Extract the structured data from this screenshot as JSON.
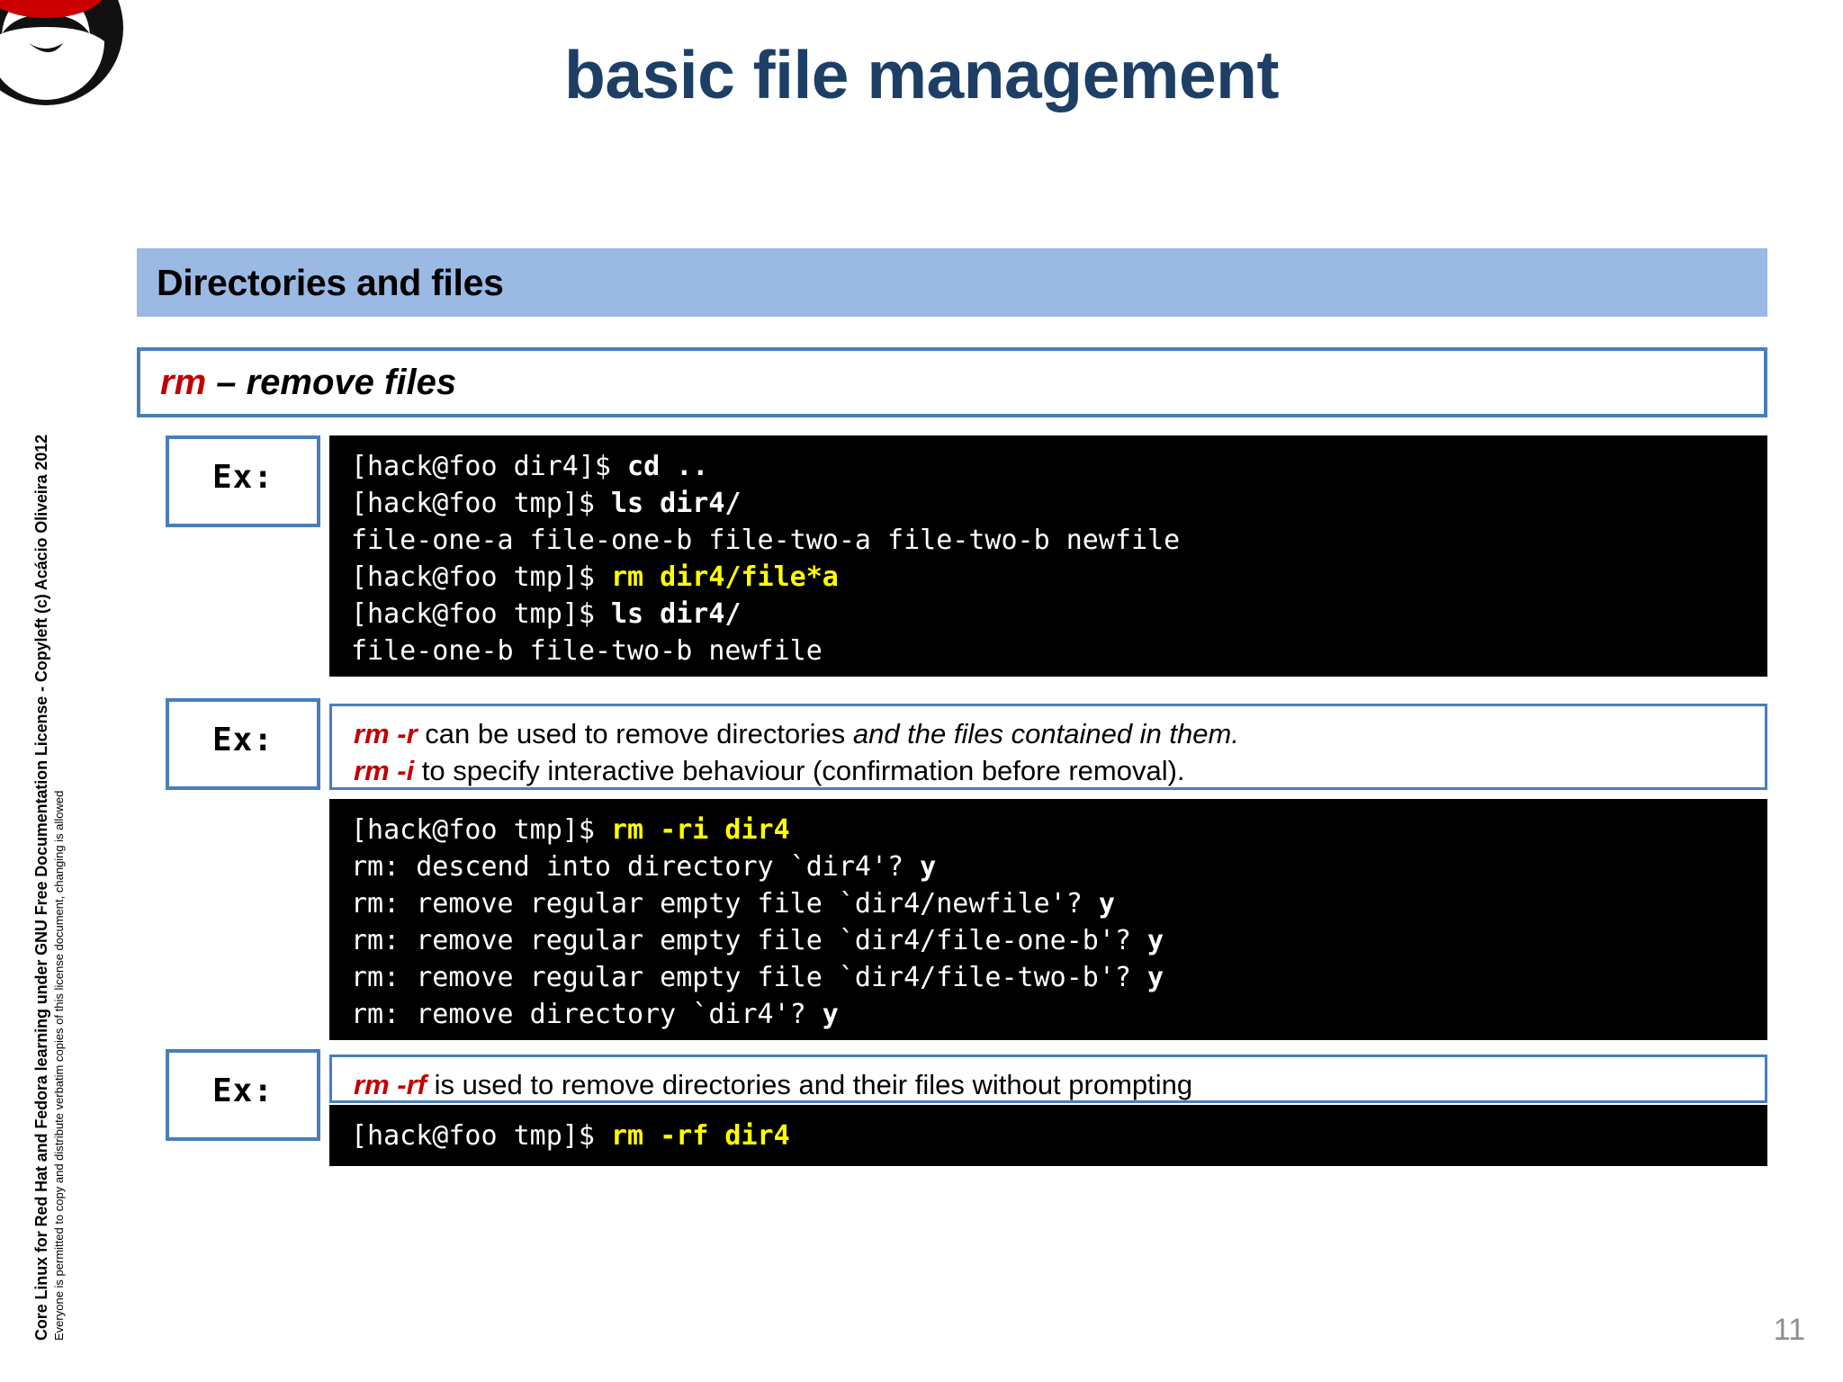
{
  "slide": {
    "title": "basic file management",
    "page_number": "11",
    "logo_name": "red-hat-shadowman-logo"
  },
  "section": {
    "label": "Directories and files",
    "bar_color": "#9ab9e3"
  },
  "command_heading": {
    "command": "rm",
    "rest": " – remove files",
    "command_color": "#c00000"
  },
  "examples": [
    {
      "ex_label": "Ex:",
      "terminal_lines": [
        [
          {
            "t": "[hack@foo dir4]$ ",
            "s": "plain"
          },
          {
            "t": "cd ..",
            "s": "bold"
          }
        ],
        [
          {
            "t": "[hack@foo tmp]$ ",
            "s": "plain"
          },
          {
            "t": "ls dir4/",
            "s": "bold"
          }
        ],
        [
          {
            "t": "file-one-a file-one-b file-two-a file-two-b newfile",
            "s": "plain"
          }
        ],
        [
          {
            "t": "[hack@foo tmp]$ ",
            "s": "plain"
          },
          {
            "t": "rm dir4/file*a",
            "s": "yellow"
          }
        ],
        [
          {
            "t": "[hack@foo tmp]$ ",
            "s": "plain"
          },
          {
            "t": "ls dir4/",
            "s": "bold"
          }
        ],
        [
          {
            "t": "file-one-b file-two-b newfile",
            "s": "plain"
          }
        ]
      ]
    },
    {
      "ex_label": "Ex:",
      "note_lines": [
        [
          {
            "t": "rm -r",
            "s": "red"
          },
          {
            "t": "  can be used to remove directories ",
            "s": "plain"
          },
          {
            "t": "and the files contained in them.",
            "s": "italic"
          }
        ],
        [
          {
            "t": "rm -i",
            "s": "red"
          },
          {
            "t": "  to specify interactive behaviour (confirmation before removal).",
            "s": "plain"
          }
        ]
      ],
      "terminal_lines": [
        [
          {
            "t": "[hack@foo tmp]$ ",
            "s": "plain"
          },
          {
            "t": "rm -ri dir4",
            "s": "yellow"
          }
        ],
        [
          {
            "t": "rm: descend into directory `dir4'? ",
            "s": "plain"
          },
          {
            "t": "y",
            "s": "bold"
          }
        ],
        [
          {
            "t": "rm: remove regular empty file `dir4/newfile'? ",
            "s": "plain"
          },
          {
            "t": "y",
            "s": "bold"
          }
        ],
        [
          {
            "t": "rm: remove regular empty file `dir4/file-one-b'? ",
            "s": "plain"
          },
          {
            "t": "y",
            "s": "bold"
          }
        ],
        [
          {
            "t": "rm: remove regular empty file `dir4/file-two-b'? ",
            "s": "plain"
          },
          {
            "t": "y",
            "s": "bold"
          }
        ],
        [
          {
            "t": "rm: remove directory `dir4'? ",
            "s": "plain"
          },
          {
            "t": "y",
            "s": "bold"
          }
        ]
      ]
    },
    {
      "ex_label": "Ex:",
      "note_lines": [
        [
          {
            "t": "rm -rf",
            "s": "red"
          },
          {
            "t": " is used to remove directories and their files without prompting",
            "s": "plain"
          }
        ]
      ],
      "terminal_lines": [
        [
          {
            "t": "[hack@foo tmp]$ ",
            "s": "plain"
          },
          {
            "t": "rm -rf dir4",
            "s": "yellow"
          }
        ]
      ]
    }
  ],
  "license": {
    "main": "Core Linux for Red Hat and Fedora learning under GNU Free Documentation License  -  Copyleft (c) Acácio Oliveira 2012",
    "sub": "Everyone is permitted to copy and distribute verbatim copies of this license document, changing is allowed"
  }
}
